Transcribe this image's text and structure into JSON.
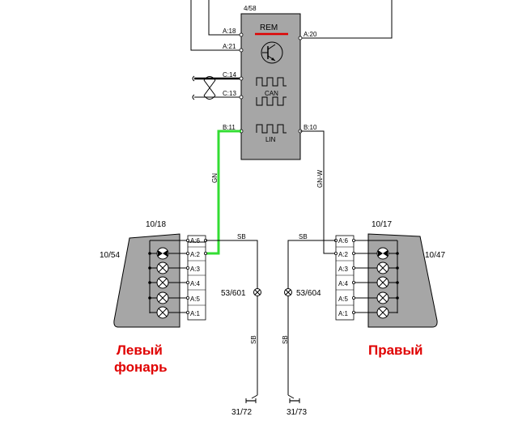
{
  "module": {
    "id": "4/58",
    "name": "REM",
    "can_label": "CAN",
    "lin_label": "LIN",
    "pins": {
      "a18": "A:18",
      "a21": "A:21",
      "a20": "A:20",
      "c14": "C:14",
      "c13": "C:13",
      "b11": "B:11",
      "b10": "B:10"
    },
    "colors": {
      "body": "#a6a6a6",
      "rem_underline": "#e00000"
    }
  },
  "wires": {
    "gn": "GN",
    "gnw": "GN-W",
    "sb_left_top": "SB",
    "sb_right_top": "SB",
    "sb_left_bottom": "SB",
    "sb_right_bottom": "SB",
    "colors": {
      "lin_left": "#33dd33"
    }
  },
  "left_lamp": {
    "connector_id": "10/18",
    "unit_id": "10/54",
    "pins": [
      "A:6",
      "A:2",
      "A:3",
      "A:4",
      "A:5",
      "A:1"
    ],
    "caption_line1": "Левый",
    "caption_line2": "фонарь"
  },
  "right_lamp": {
    "connector_id": "10/17",
    "unit_id": "10/47",
    "pins": [
      "A:6",
      "A:2",
      "A:3",
      "A:4",
      "A:5",
      "A:1"
    ],
    "caption": "Правый"
  },
  "splices": {
    "left": "53/601",
    "right": "53/604"
  },
  "grounds": {
    "left": "31/72",
    "right": "31/73"
  }
}
